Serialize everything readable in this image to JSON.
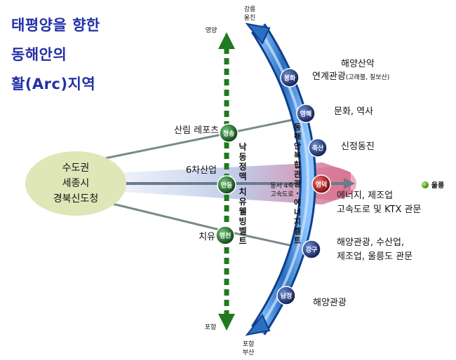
{
  "title": {
    "line1": "태평양을 향한",
    "line2": "동해안의",
    "line3": "활(Arc)지역"
  },
  "origin": {
    "line1": "수도권",
    "line2": "세종시",
    "line3": "경북신도청"
  },
  "axis": {
    "top": "영양",
    "bottom": "포항"
  },
  "arc_ends": {
    "top_line1": "강릉",
    "top_line2": "울진",
    "bottom_line1": "포항",
    "bottom_line2": "부산"
  },
  "ulleung": "울릉",
  "west_nodes": [
    {
      "name": "청송",
      "label": "산림 레포츠"
    },
    {
      "name": "안동",
      "label": "6차산업"
    },
    {
      "name": "영천",
      "label": "치유"
    }
  ],
  "coast_nodes": [
    {
      "name": "봉화",
      "label": "해양산악",
      "label2": "연계관광",
      "label2_small": "(고래불, 칠보산)"
    },
    {
      "name": "영해",
      "label": "문화, 역사"
    },
    {
      "name": "축산",
      "label": "신정동진"
    },
    {
      "name": "영덕",
      "label": "에너지, 제조업",
      "label2": "고속도로 및 KTX 관문"
    },
    {
      "name": "강구",
      "label": "해양관광, 수산업,",
      "label2": "제조업, 울릉도 관문"
    },
    {
      "name": "남정",
      "label": "해양관광"
    }
  ],
  "belts": {
    "nakdong": [
      "낙",
      "동",
      "정",
      "맥"
    ],
    "healing": [
      "치",
      "유",
      "웰",
      "빙",
      "벨",
      "트"
    ],
    "energy": [
      "동",
      "해",
      "안",
      "복",
      "합",
      "관",
      "광",
      "·",
      "에",
      "너",
      "지",
      "벨",
      "트"
    ]
  },
  "highway": {
    "line1": "동서 4축",
    "line2": "고속도로"
  },
  "colors": {
    "title": "#2330a8",
    "axis": "#1f7a1f",
    "arc": "#4a90d9",
    "node": "#1a2a5c",
    "origin_fill": "#dfe6b8"
  }
}
